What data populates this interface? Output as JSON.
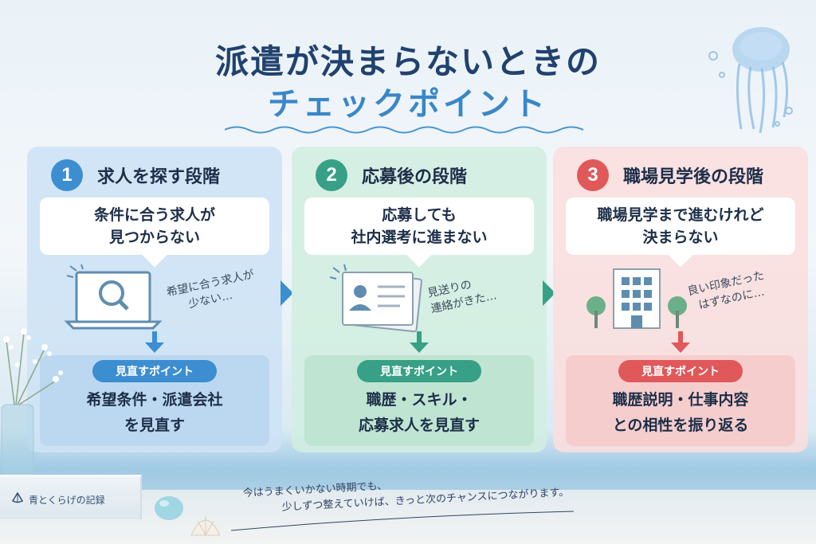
{
  "title": {
    "line1": "派遣が決まらないときの",
    "line2": "チェックポイント"
  },
  "steps": [
    {
      "number": "1",
      "title": "求人を探す段階",
      "problem_lines": [
        "条件に合う求人が",
        "見つからない"
      ],
      "note_lines": [
        "希望に合う求人が",
        "少ない…"
      ],
      "point_label": "見直すポイント",
      "point_lines": [
        "希望条件・派遣会社",
        "を見直す"
      ],
      "accent": "#3c8ed1"
    },
    {
      "number": "2",
      "title": "応募後の段階",
      "problem_lines": [
        "応募しても",
        "社内選考に進まない"
      ],
      "note_lines": [
        "見送りの",
        "連絡がきた…"
      ],
      "point_label": "見直すポイント",
      "point_lines": [
        "職歴・スキル・",
        "応募求人を見直す"
      ],
      "accent": "#37a086"
    },
    {
      "number": "3",
      "title": "職場見学後の段階",
      "problem_lines": [
        "職場見学まで進むけれど",
        "決まらない"
      ],
      "note_lines": [
        "良い印象だった",
        "はずなのに…"
      ],
      "point_label": "見直すポイント",
      "point_lines": [
        "職歴説明・仕事内容",
        "との相性を振り返る"
      ],
      "accent": "#e0585a"
    }
  ],
  "footer": {
    "line1": "今はうまくいかない時期でも、",
    "line2": "少しずつ整えていけば、きっと次のチャンスにつながります。"
  },
  "book": {
    "title": "青とくらげの記録"
  },
  "icons": {
    "step1": "laptop-search-icon",
    "step2": "resume-documents-icon",
    "step3": "office-building-icon",
    "arrow": "arrow-down-icon",
    "chevron": "chevron-right-icon"
  }
}
